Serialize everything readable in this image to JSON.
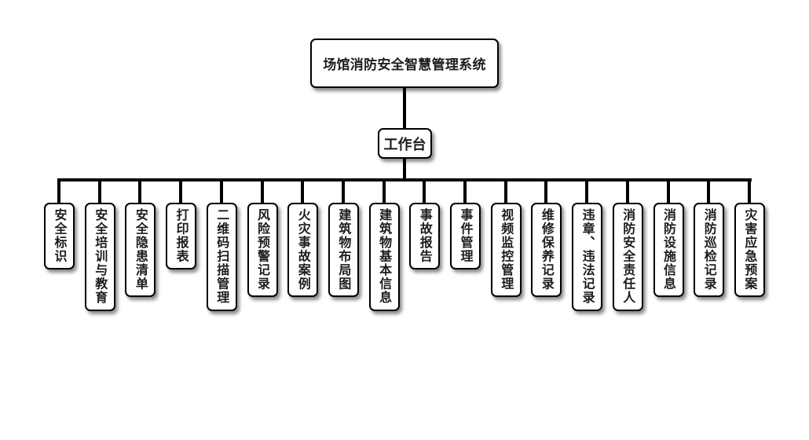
{
  "root": {
    "label": "场馆消防安全智慧管理系统"
  },
  "hub": {
    "label": "工作台"
  },
  "modules": [
    {
      "label": "安全标识"
    },
    {
      "label": "安全培训与教育"
    },
    {
      "label": "安全隐患清单"
    },
    {
      "label": "打印报表"
    },
    {
      "label": "二维码扫描管理"
    },
    {
      "label": "风险预警记录"
    },
    {
      "label": "火灾事故案例"
    },
    {
      "label": "建筑物布局图"
    },
    {
      "label": "建筑物基本信息"
    },
    {
      "label": "事故报告"
    },
    {
      "label": "事件管理"
    },
    {
      "label": "视频监控管理"
    },
    {
      "label": "维修保养记录"
    },
    {
      "label": "违章、违法记录"
    },
    {
      "label": "消防安全责任人"
    },
    {
      "label": "消防设施信息"
    },
    {
      "label": "消防巡检记录"
    },
    {
      "label": "灾害应急预案"
    }
  ],
  "colors": {
    "border": "#000000",
    "text": "#1c1c1c",
    "background": "#ffffff"
  }
}
